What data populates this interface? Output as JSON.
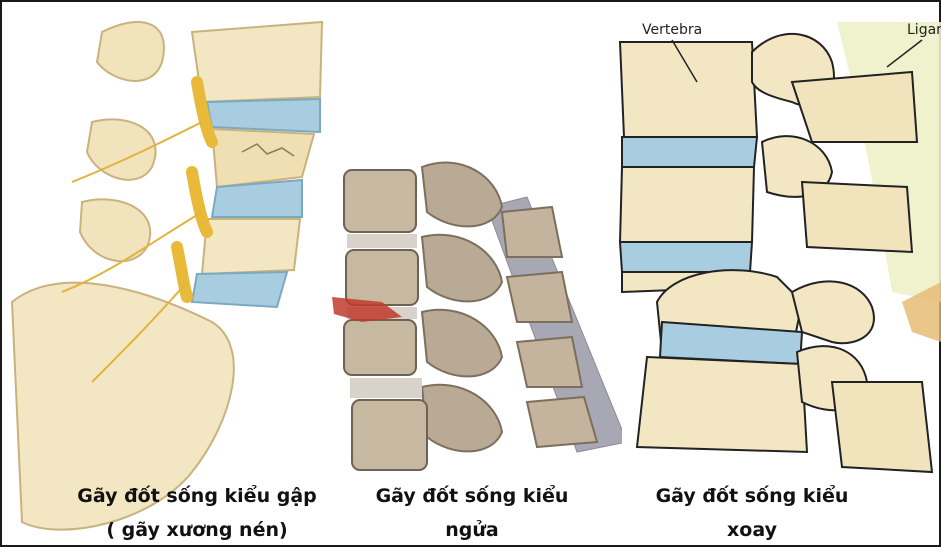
{
  "panels": [
    {
      "caption_line1": "Gãy đốt sống kiểu gập",
      "caption_line2": "( gãy xương nén)"
    },
    {
      "caption_line1": "Gãy đốt sống kiểu",
      "caption_line2": "ngửa"
    },
    {
      "caption_line1": "Gãy đốt sống kiểu",
      "caption_line2": "xoay"
    }
  ],
  "labels": {
    "vertebra": "Vertebra",
    "ligament": "Ligar"
  },
  "colors": {
    "bone": "#f3e7c3",
    "bone_shadow": "#d9c79a",
    "disc": "#a9cde0",
    "nerve": "#f2c94c",
    "grey_bone": "#b9aa95",
    "fracture": "#c0392b"
  }
}
